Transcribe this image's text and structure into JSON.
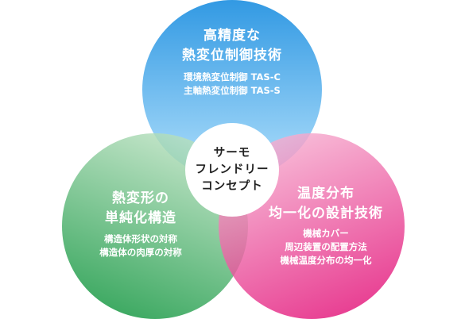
{
  "circles": {
    "top": {
      "title_line1": "高精度な",
      "title_line2": "熱変位制御技術",
      "items": [
        "環境熱変位制御 TAS-C",
        "主軸熱変位制御 TAS-S"
      ],
      "color_light": "#a8dcfb",
      "color_dark": "#1b8ee0"
    },
    "left": {
      "title_line1": "熱変形の",
      "title_line2": "単純化構造",
      "items": [
        "構造体形状の対称",
        "構造体の肉厚の対称"
      ],
      "color_light": "#bfe3c4",
      "color_dark": "#12963f"
    },
    "right": {
      "title_line1": "温度分布",
      "title_line2": "均一化の設計技術",
      "items": [
        "機械カバー",
        "周辺装置の配置方法",
        "機械温度分布の均一化"
      ],
      "color_light": "#f7b4d3",
      "color_dark": "#e3147a"
    }
  },
  "center": {
    "line1": "サーモ",
    "line2": "フレンドリー",
    "line3": "コンセプト",
    "fill": "#ffffff"
  }
}
